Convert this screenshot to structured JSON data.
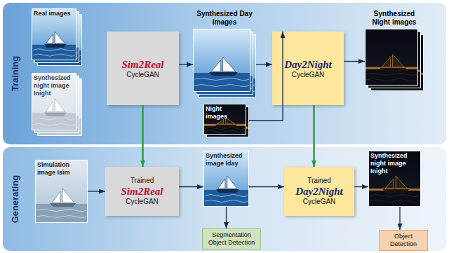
{
  "diagram": {
    "nodes": [
      {
        "text": [
          "Training"
        ]
      },
      {
        "text": [
          "Real images"
        ],
        "in": 0
      },
      {
        "text": [
          "Synthesized night image Inight"
        ],
        "in": 0
      },
      {
        "text": [
          "Sim2Real",
          "CycleGAN"
        ],
        "in": 0
      },
      {
        "text": [
          "Synthesized Day images"
        ],
        "in": 0
      },
      {
        "text": [
          "Night images"
        ],
        "in": 0
      },
      {
        "text": [
          "Day2Night",
          "CycleGAN"
        ],
        "in": 0
      },
      {
        "text": [
          "Synthesized Night images"
        ],
        "in": 0
      },
      {
        "text": [
          "Generating"
        ]
      },
      {
        "text": [
          "Simulation image Isim"
        ],
        "in": 8
      },
      {
        "text": [
          "Trained",
          "Sim2Real",
          "CycleGAN"
        ],
        "in": 8
      },
      {
        "text": [
          "Synthesized image Iday"
        ],
        "in": 8
      },
      {
        "text": [
          "Segmentation Object Detection"
        ],
        "in": 8
      },
      {
        "text": [
          "Trained",
          "Day2Night",
          "CycleGAN"
        ],
        "in": 8
      },
      {
        "text": [
          "Synthesized night image Inight"
        ],
        "in": 8
      },
      {
        "text": [
          "Object Detection"
        ],
        "in": 8
      }
    ],
    "edges": [
      {
        "from": 3,
        "to": 4,
        "arrow": "to"
      },
      {
        "from": 4,
        "to": 6,
        "arrow": "to"
      },
      {
        "from": 5,
        "to": 6,
        "arrow": "to"
      },
      {
        "from": 6,
        "to": 7,
        "arrow": "to"
      },
      {
        "from": 3,
        "to": 10,
        "arrow": "to"
      },
      {
        "from": 6,
        "to": 13,
        "arrow": "to"
      },
      {
        "from": 9,
        "to": 10,
        "arrow": "to"
      },
      {
        "from": 10,
        "to": 11,
        "arrow": "to"
      },
      {
        "from": 11,
        "to": 13,
        "arrow": "to"
      },
      {
        "from": 13,
        "to": 14,
        "arrow": "to"
      },
      {
        "from": 11,
        "to": 12,
        "arrow": "to"
      },
      {
        "from": 14,
        "to": 15,
        "arrow": "to"
      }
    ]
  }
}
